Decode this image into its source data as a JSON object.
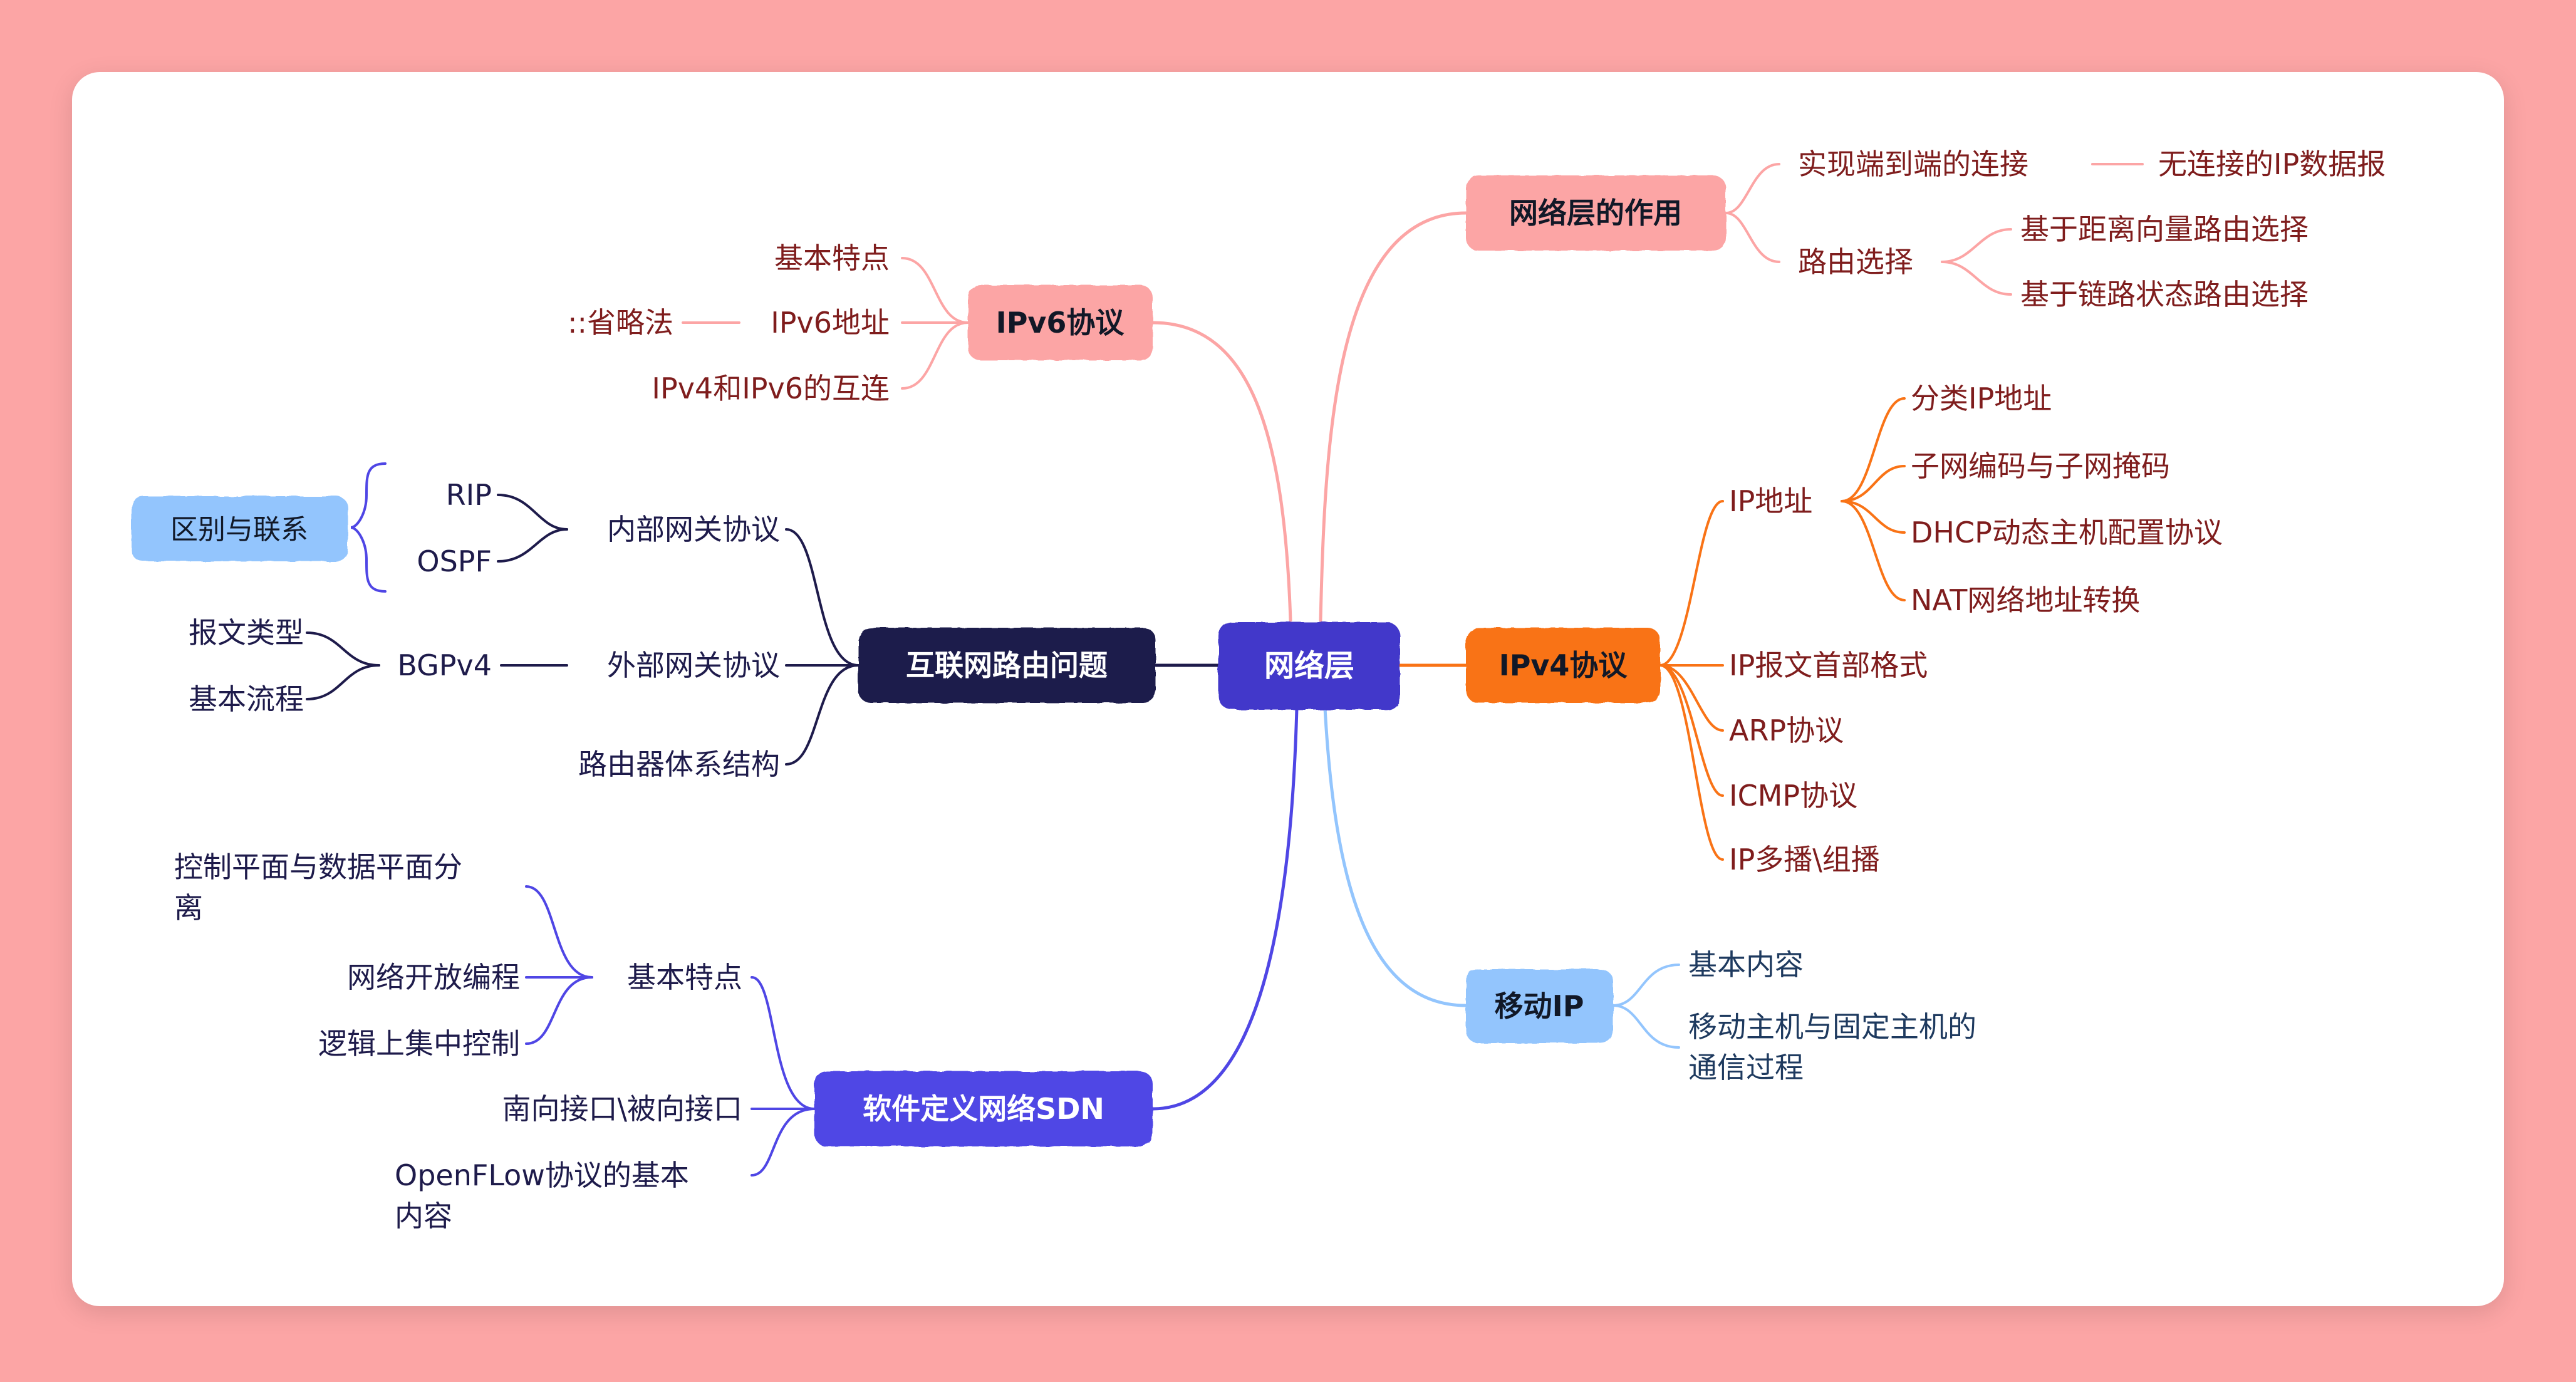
{
  "colors": {
    "background": "#fca5a5",
    "card": "#ffffff",
    "center": "#4338ca",
    "network_role": "#fca5a5",
    "ipv4": "#f97316",
    "mobile_ip": "#93c5fd",
    "ipv6": "#fca5a5",
    "routing": "#1e1b4b",
    "sdn": "#4f46e5",
    "diff_tag": "#93c5fd",
    "text_dark": "#7f1d1d"
  },
  "center": "网络层",
  "branches": {
    "role": {
      "label": "网络层的作用",
      "e2e": "实现端到端的连接",
      "connectionless": "无连接的IP数据报",
      "route_select": "路由选择",
      "dv": "基于距离向量路由选择",
      "ls": "基于链路状态路由选择"
    },
    "ipv4": {
      "label": "IPv4协议",
      "ip_addr": "IP地址",
      "classful": "分类IP地址",
      "subnet": "子网编码与子网掩码",
      "dhcp": "DHCP动态主机配置协议",
      "nat": "NAT网络地址转换",
      "header": "IP报文首部格式",
      "arp": "ARP协议",
      "icmp": "ICMP协议",
      "multicast": "IP多播\\组播"
    },
    "mobile": {
      "label": "移动IP",
      "basic": "基本内容",
      "comm_l1": "移动主机与固定主机的",
      "comm_l2": "通信过程"
    },
    "ipv6": {
      "label": "IPv6协议",
      "features": "基本特点",
      "addr": "IPv6地址",
      "abbrev": "::省略法",
      "interop": "IPv4和IPv6的互连"
    },
    "routing": {
      "label": "互联网路由问题",
      "igp": "内部网关协议",
      "rip": "RIP",
      "ospf": "OSPF",
      "diff": "区别与联系",
      "egp": "外部网关协议",
      "bgp": "BGPv4",
      "msg_types": "报文类型",
      "basic_flow": "基本流程",
      "router_arch": "路由器体系结构"
    },
    "sdn": {
      "label": "软件定义网络SDN",
      "features": "基本特点",
      "sep_l1": "控制平面与数据平面分",
      "sep_l2": "离",
      "open_prog": "网络开放编程",
      "central": "逻辑上集中控制",
      "interfaces": "南向接口\\被向接口",
      "openflow_l1": "OpenFLow协议的基本",
      "openflow_l2": "内容"
    }
  }
}
